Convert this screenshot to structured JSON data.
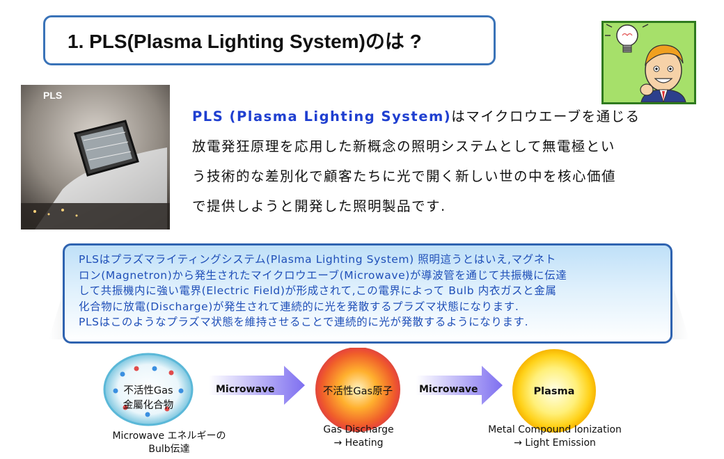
{
  "title": "1.  PLS(Plasma Lighting System)のは ?",
  "photo": {
    "logo": "PLS"
  },
  "intro": {
    "lead": "PLS (Plasma Lighting System)",
    "line1_rest": "はマイクロウエーブを通じる",
    "line2": "放電発狂原理を応用した新概念の照明システムとして無電極とい",
    "line3": "う技術的な差別化で顧客たちに光で開く新しい世の中を核心価値",
    "line4": "で提供しようと開発した照明製品です."
  },
  "description": {
    "line1": "PLSはプラズマライティングシステム(Plasma Lighting System) 照明這うとはいえ,マグネト",
    "line2": "ロン(Magnetron)から発生されたマイクロウエーブ(Microwave)が導波管を通じて共振機に伝達",
    "line3": "して共振機内に強い電界(Electric Field)が形成されて,この電界によって Bulb 内衣ガスと金属",
    "line4": "化合物に放電(Discharge)が発生されて連続的に光を発散するプラズマ状態になります.",
    "line5": "PLSはこのようなプラズマ状態を維持させることで連続的に光が発散するようになります."
  },
  "diagram": {
    "stage1": {
      "label_line1": "不活性Gas",
      "label_line2": "金屬化合物",
      "caption_line1": "Microwave エネルギーの",
      "caption_line2": "Bulb伝達"
    },
    "arrow1": "Microwave",
    "stage2": {
      "label": "不活性Gas原子",
      "caption_line1": "Gas Discharge",
      "caption_line2": "→ Heating"
    },
    "arrow2": "Microwave",
    "stage3": {
      "label": "Plasma",
      "caption_line1": "Metal Compound Ionization",
      "caption_line2": "→ Light Emission"
    }
  },
  "colors": {
    "title_border": "#3a73b8",
    "intro_blue": "#1f3fd0",
    "desc_text": "#1f4fb8",
    "icon_bg": "#a6e06a"
  }
}
